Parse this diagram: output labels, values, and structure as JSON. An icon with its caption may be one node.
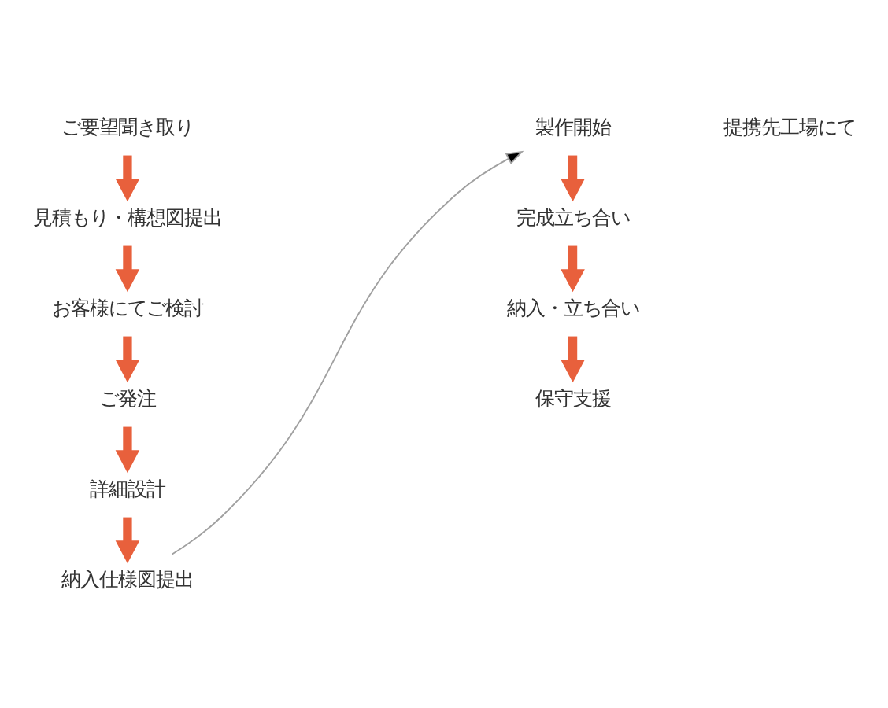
{
  "diagram": {
    "nodes": [
      {
        "text": [
          "ご要望聞き取り"
        ]
      },
      {
        "text": [
          "見積もり・構想図提出"
        ]
      },
      {
        "text": [
          "お客様にてご検討"
        ]
      },
      {
        "text": [
          "ご発注"
        ]
      },
      {
        "text": [
          "詳細設計"
        ]
      },
      {
        "text": [
          "納入仕様図提出"
        ]
      },
      {
        "text": [
          "製作開始"
        ]
      },
      {
        "text": [
          "完成立ち合い"
        ]
      },
      {
        "text": [
          "納入・立ち合い"
        ]
      },
      {
        "text": [
          "保守支援"
        ]
      }
    ],
    "edges": [
      {
        "from": 0,
        "to": 1,
        "arrow": "to"
      },
      {
        "from": 1,
        "to": 2,
        "arrow": "to"
      },
      {
        "from": 2,
        "to": 3,
        "arrow": "to"
      },
      {
        "from": 3,
        "to": 4,
        "arrow": "to"
      },
      {
        "from": 4,
        "to": 5,
        "arrow": "to"
      },
      {
        "from": 5,
        "to": 6,
        "arrow": "to",
        "color": "#a0a0a0"
      },
      {
        "from": 6,
        "to": 7,
        "arrow": "to"
      },
      {
        "from": 7,
        "to": 8,
        "arrow": "to"
      },
      {
        "from": 8,
        "to": 9,
        "arrow": "to"
      }
    ],
    "labels": [
      "提携先工場にて"
    ]
  }
}
